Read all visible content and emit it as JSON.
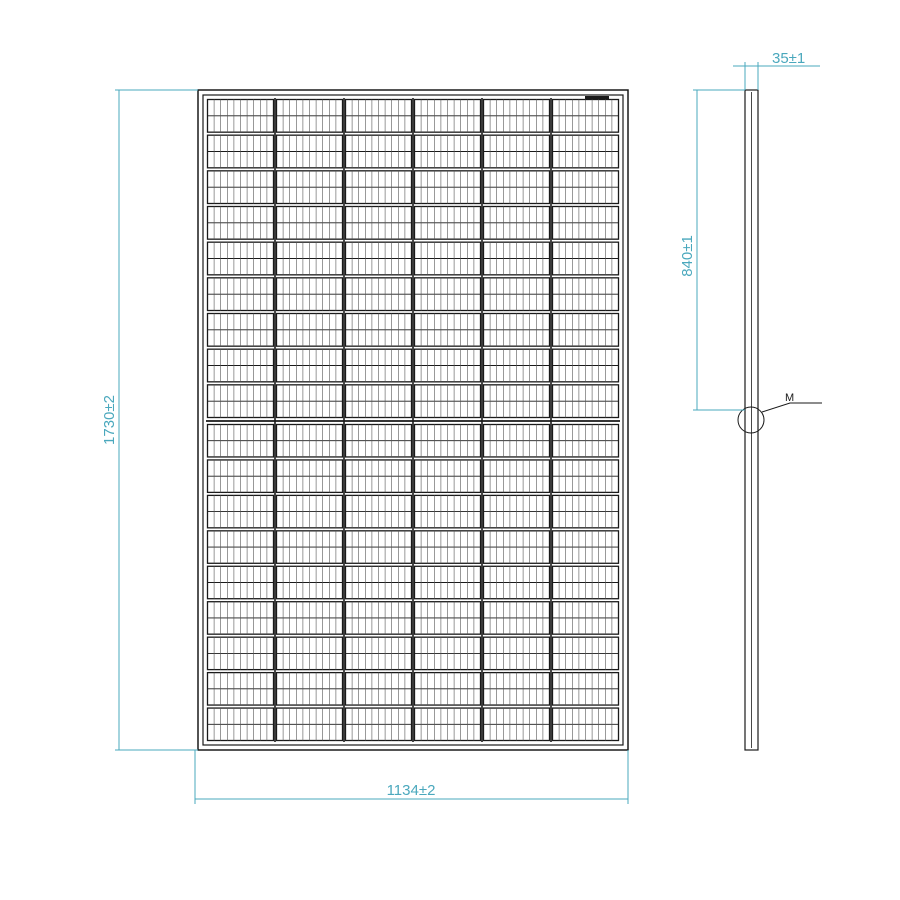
{
  "colors": {
    "dimension": "#4aa8bd",
    "outline": "#1a1a1a",
    "background": "#ffffff"
  },
  "dimensions": {
    "height": "1730±2",
    "width": "1134±2",
    "thickness": "35±1",
    "mounting_distance": "840±1",
    "detail_marker": "M"
  },
  "panel": {
    "cell_rows_per_half": 9,
    "sub_strips_per_cell": 2,
    "cell_columns": 6,
    "halves": 2
  }
}
